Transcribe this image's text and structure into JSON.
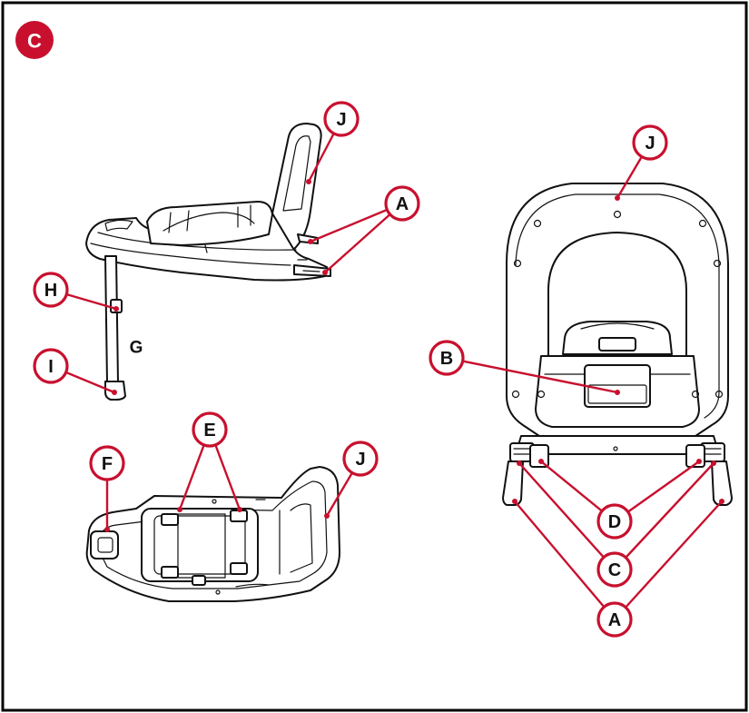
{
  "figure": {
    "badge": "C",
    "views": [
      {
        "name": "side-view",
        "labels": {
          "backrest": "J",
          "isofix": "A",
          "leg_release": "H",
          "leg_foot": "I",
          "support_leg": "G"
        }
      },
      {
        "name": "top-view",
        "labels": {
          "connectors": "E",
          "indicator": "F",
          "backrest": "J"
        }
      },
      {
        "name": "rear-view",
        "labels": {
          "backrest": "J",
          "release_handle": "B",
          "connector_buttons": "D",
          "indicators": "C",
          "isofix_arms": "A"
        }
      }
    ],
    "colors": {
      "accent": "#c8102e",
      "line": "#111111",
      "background": "#ffffff"
    }
  }
}
